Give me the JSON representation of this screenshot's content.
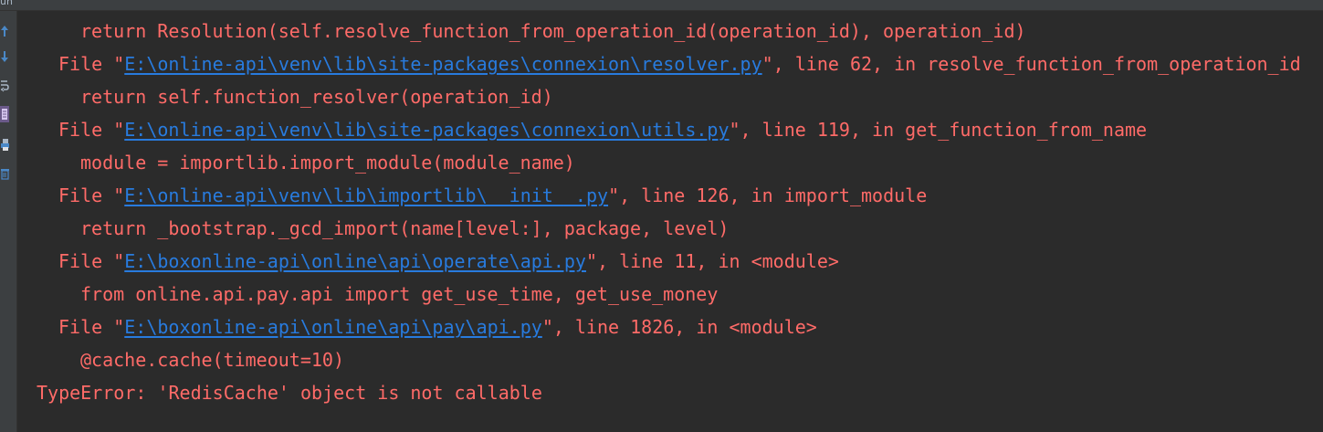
{
  "window": {
    "panel_title": "un"
  },
  "gutter": {
    "icons": [
      "up-arrow-icon",
      "down-arrow-icon",
      "soft-wrap-icon",
      "scroll-to-end-icon",
      "print-icon",
      "trash-icon"
    ]
  },
  "colors": {
    "background": "#2b2b2b",
    "error_text": "#ff6b68",
    "link": "#287bde",
    "gutter": "#3c3f41"
  },
  "console": {
    "lines": [
      {
        "kind": "code",
        "text": "return Resolution(self.resolve_function_from_operation_id(operation_id), operation_id)"
      },
      {
        "kind": "file",
        "prefix": "File \"",
        "path": "E:\\online-api\\venv\\lib\\site-packages\\connexion\\resolver.py",
        "suffix": "\", line 62, in resolve_function_from_operation_id"
      },
      {
        "kind": "code",
        "text": "return self.function_resolver(operation_id)"
      },
      {
        "kind": "file",
        "prefix": "File \"",
        "path": "E:\\online-api\\venv\\lib\\site-packages\\connexion\\utils.py",
        "suffix": "\", line 119, in get_function_from_name"
      },
      {
        "kind": "code",
        "text": "module = importlib.import_module(module_name)"
      },
      {
        "kind": "file",
        "prefix": "File \"",
        "path": "E:\\online-api\\venv\\lib\\importlib\\__init__.py",
        "suffix": "\", line 126, in import_module"
      },
      {
        "kind": "code",
        "text": "return _bootstrap._gcd_import(name[level:], package, level)"
      },
      {
        "kind": "file",
        "prefix": "File \"",
        "path": "E:\\boxonline-api\\online\\api\\operate\\api.py",
        "suffix": "\", line 11, in <module>"
      },
      {
        "kind": "code",
        "text": "from online.api.pay.api import get_use_time, get_use_money"
      },
      {
        "kind": "file",
        "prefix": "File \"",
        "path": "E:\\boxonline-api\\online\\api\\pay\\api.py",
        "suffix": "\", line 1826, in <module>"
      },
      {
        "kind": "code",
        "text": "@cache.cache(timeout=10)"
      },
      {
        "kind": "error",
        "text": "TypeError: 'RedisCache' object is not callable"
      }
    ]
  }
}
